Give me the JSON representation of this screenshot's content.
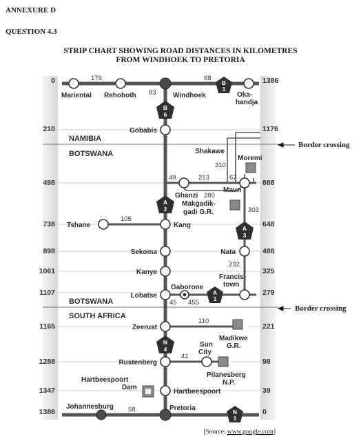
{
  "header": {
    "annexure": "ANNEXURE D",
    "question": "QUESTION 4.3",
    "title_line1": "STRIP CHART SHOWING ROAD DISTANCES IN KILOMETRES",
    "title_line2": "FROM WINDHOEK TO PRETORIA"
  },
  "scale": {
    "left": [
      "0",
      "210",
      "498",
      "738",
      "898",
      "1061",
      "1107",
      "1165",
      "1288",
      "1347",
      "1386"
    ],
    "right": [
      "1386",
      "1176",
      "888",
      "648",
      "488",
      "325",
      "279",
      "221",
      "98",
      "39",
      "0"
    ]
  },
  "countries": {
    "namibia": "NAMIBIA",
    "botswana_top": "BOTSWANA",
    "botswana_bottom": "BOTSWANA",
    "south_africa": "SOUTH AFRICA"
  },
  "border_note": "Border crossing",
  "places": {
    "mariental": "Mariental",
    "rehoboth": "Rehoboth",
    "windhoek": "Windhoek",
    "okahandja_1": "Oka-",
    "okahandja_2": "handja",
    "gobabis": "Gobabis",
    "shakawe": "Shakawe",
    "moremi": "Moremi",
    "ghanzi": "Ghanzi",
    "maun": "Maun",
    "makgadikgadi_1": "Makgadik-",
    "makgadikgadi_2": "gadi G.R.",
    "tshane": "Tshane",
    "kang": "Kang",
    "sekoma": "Sekoma",
    "nata": "Nata",
    "kanye": "Kanye",
    "francistown_1": "Francis-",
    "francistown_2": "town",
    "gaborone": "Gaborone",
    "lobatse": "Lobatse",
    "zeerust": "Zeerust",
    "madikwe_1": "Madikwe",
    "madikwe_2": "G.R.",
    "sun_city_1": "Sun",
    "sun_city_2": "City",
    "rustenberg": "Rustenberg",
    "pilanesberg_1": "Pilanesberg",
    "pilanesberg_2": "N.P.",
    "hartbeespoort_dam_1": "Hartbeespoort",
    "hartbeespoort_dam_2": "Dam",
    "hartbeespoort": "Hartbeespoort",
    "johannesburg": "Johannesburg",
    "pretoria": "Pretoria"
  },
  "distances": {
    "mariental_rehoboth": "176",
    "windhoek_okahandja": "68",
    "rehoboth_windhoek": "83",
    "shakawe_maun": "310",
    "ghanzi_side": "49",
    "ghanzi_maun": "213",
    "maun_moremi": "67",
    "ghanzi_maun_road": "280",
    "maun_nata": "303",
    "tshane_kang": "105",
    "nata_francistown": "232",
    "lobatse_gaborone": "45",
    "gaborone_francistown": "455",
    "zeerust_madikwe": "110",
    "rustenberg_suncity": "41",
    "johannesburg_pretoria": "58"
  },
  "routes": {
    "b1_letter": "B",
    "b1_number": "1",
    "b6_letter": "B",
    "b6_number": "6",
    "a2_letter": "A",
    "a2_number": "2",
    "a3_letter": "A",
    "a3_number": "3",
    "a1_letter": "A",
    "a1_number": "1",
    "n4_letter": "N",
    "n4_number": "4",
    "n1_letter": "N",
    "n1_number": "1"
  },
  "source": {
    "prefix": "[Source: ",
    "link": "www.google.com",
    "suffix": "]"
  },
  "colors": {
    "road": "#555555",
    "strip": "#e6e6e6",
    "shield": "#2f2f2f",
    "park": "#8a8a8a"
  }
}
